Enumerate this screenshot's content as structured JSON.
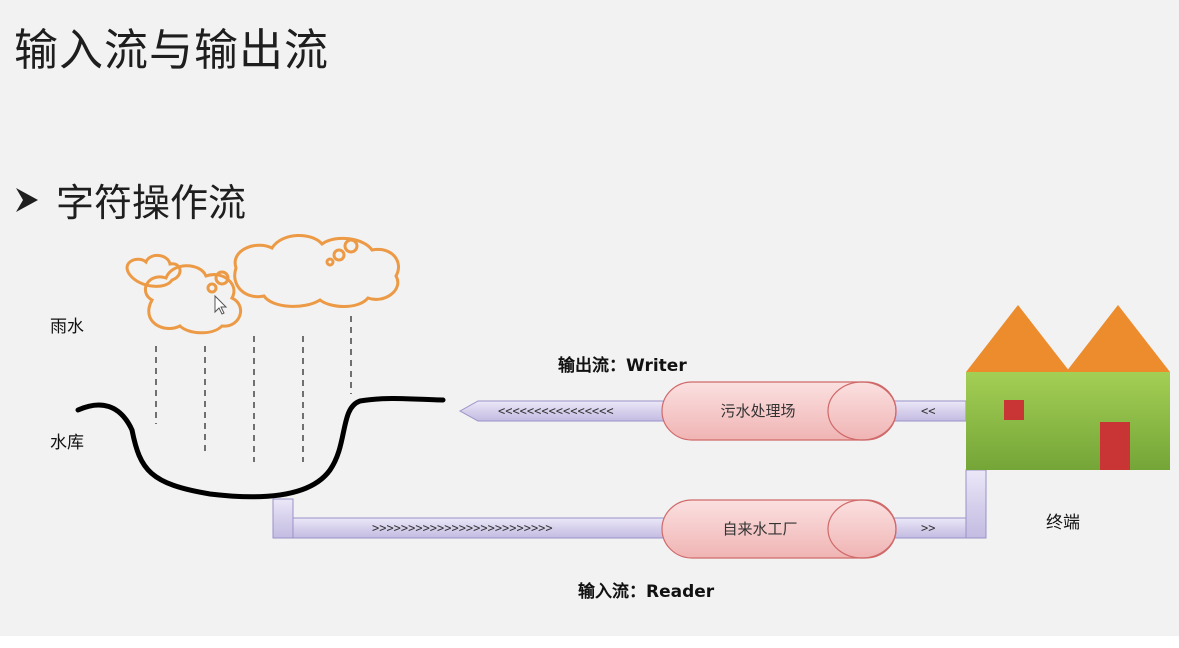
{
  "title": "输入流与输出流",
  "bullet": "字符操作流",
  "labels": {
    "rain": "雨水",
    "reservoir": "水库",
    "output_stream": "输出流：Writer",
    "input_stream": "输入流：Reader",
    "terminal": "终端"
  },
  "tanks": {
    "sewage": "污水处理场",
    "waterworks": "自来水工厂"
  },
  "pipe_markers": {
    "output_long": "<<<<<<<<<<<<<<<<",
    "output_short": "<<",
    "input_long": ">>>>>>>>>>>>>>>>>>>>>>>>>",
    "input_short": ">>"
  },
  "colors": {
    "cloud": "#ec9a45",
    "pipe_fill": "#dcd6f0",
    "pipe_stroke": "#9a92c8",
    "tank_fill": "#f6c8c8",
    "tank_stroke": "#d06a6a",
    "roof": "#ec8c2c",
    "house": "#8fbf45",
    "door": "#c93434"
  }
}
